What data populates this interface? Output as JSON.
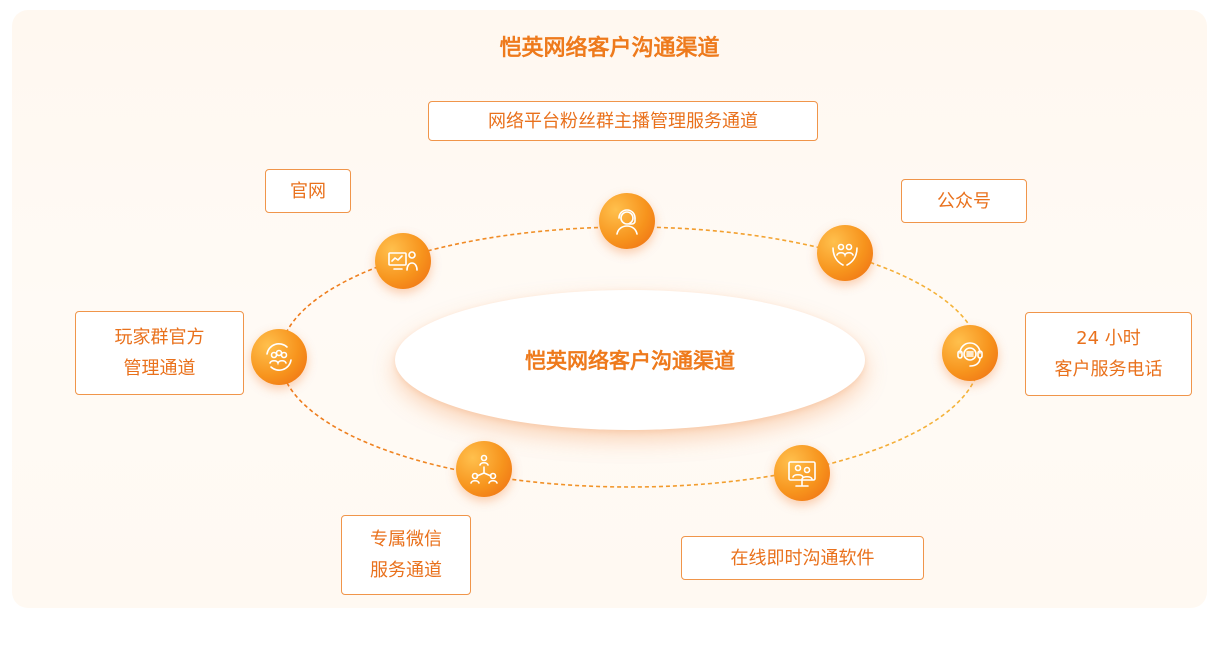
{
  "title": "恺英网络客户沟通渠道",
  "center_label": "恺英网络客户沟通渠道",
  "channels": [
    {
      "label": "网络平台粉丝群主播管理服务通道",
      "icon": "headset-agent-icon"
    },
    {
      "label": "官网",
      "icon": "computer-user-icon"
    },
    {
      "label": "公众号",
      "icon": "hands-group-icon"
    },
    {
      "label": "玩家群官方\n管理通道",
      "icon": "group-cycle-icon"
    },
    {
      "label": "24 小时\n客户服务电话",
      "icon": "call-center-icon"
    },
    {
      "label": "专属微信\n服务通道",
      "icon": "network-people-icon"
    },
    {
      "label": "在线即时沟通软件",
      "icon": "video-chat-monitor-icon"
    }
  ],
  "colors": {
    "accent": "#ee7a1c",
    "border": "#f0954a",
    "node_light": "#ffc04d",
    "node_dark": "#ee6a12"
  }
}
